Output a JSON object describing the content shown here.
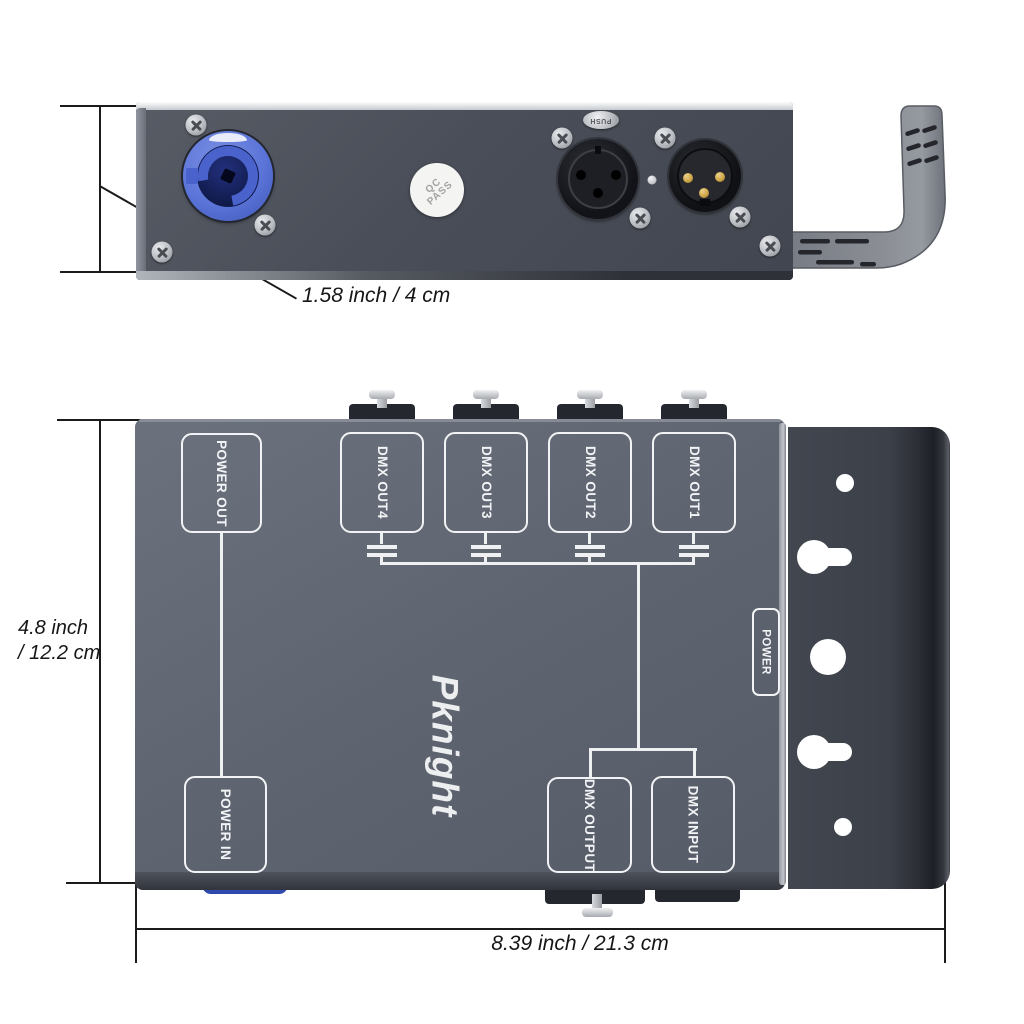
{
  "annotations": {
    "depth": "1.58 inch / 4 cm",
    "height_line1": "4.8 inch",
    "height_line2": "/ 12.2 cm",
    "width": "8.39 inch / 21.3 cm"
  },
  "side_view": {
    "push_label": "PUSH",
    "qc_line1": "QC",
    "qc_line2": "PASS"
  },
  "top_view": {
    "brand": "Pknight",
    "power_out": "POWER OUT",
    "power_in": "POWER IN",
    "power": "POWER",
    "dmx_outs": [
      "DMX OUT4",
      "DMX OUT3",
      "DMX OUT2",
      "DMX OUT1"
    ],
    "dmx_output": "DMX OUTPUT",
    "dmx_input": "DMX INPUT"
  },
  "colors": {
    "accent_blue": "#5b74d8",
    "side_panel": "#4a4e58",
    "top_panel": "#5e6470",
    "bracket": "#3b3f48",
    "dimension_line": "#1b1b1b",
    "label_white": "#f2f3f5"
  }
}
